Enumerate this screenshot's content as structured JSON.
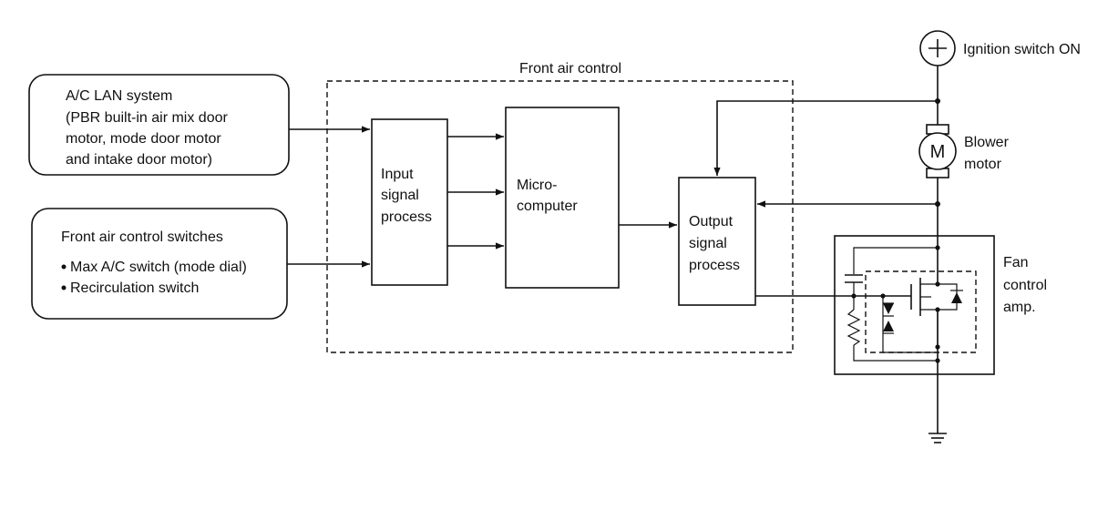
{
  "group": {
    "title": "Front air control"
  },
  "lan": {
    "lines": [
      "A/C LAN system",
      "(PBR built-in air mix door",
      "motor, mode door motor",
      "and intake door motor)"
    ]
  },
  "switches": {
    "title": "Front air control switches",
    "items": [
      "Max A/C switch (mode dial)",
      "Recirculation switch"
    ]
  },
  "input_block": {
    "lines": [
      "Input",
      "signal",
      "process"
    ]
  },
  "micro_block": {
    "lines": [
      "Micro-",
      "computer"
    ]
  },
  "output_block": {
    "lines": [
      "Output",
      "signal",
      "process"
    ]
  },
  "ignition": {
    "symbol": "+",
    "label": "Ignition switch ON"
  },
  "blower": {
    "symbol": "M",
    "lines": [
      "Blower",
      "motor"
    ]
  },
  "fan_amp": {
    "lines": [
      "Fan",
      "control",
      "amp."
    ]
  }
}
